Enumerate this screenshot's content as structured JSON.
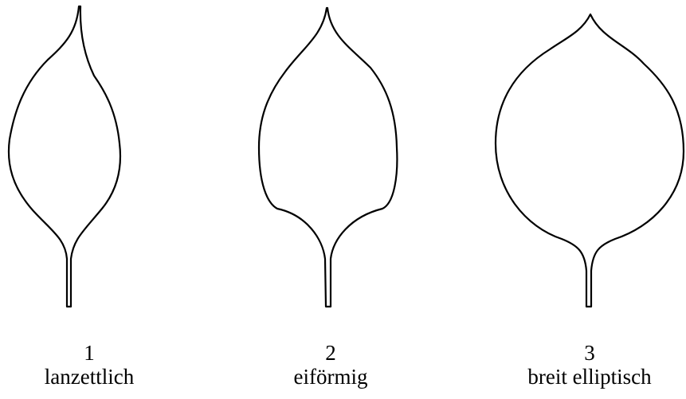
{
  "leaves": [
    {
      "number": "1",
      "label": "lanzettlich"
    },
    {
      "number": "2",
      "label": "eiförmig"
    },
    {
      "number": "3",
      "label": "breit elliptisch"
    }
  ],
  "colors": {
    "outline": "#000000",
    "background": "#ffffff"
  }
}
